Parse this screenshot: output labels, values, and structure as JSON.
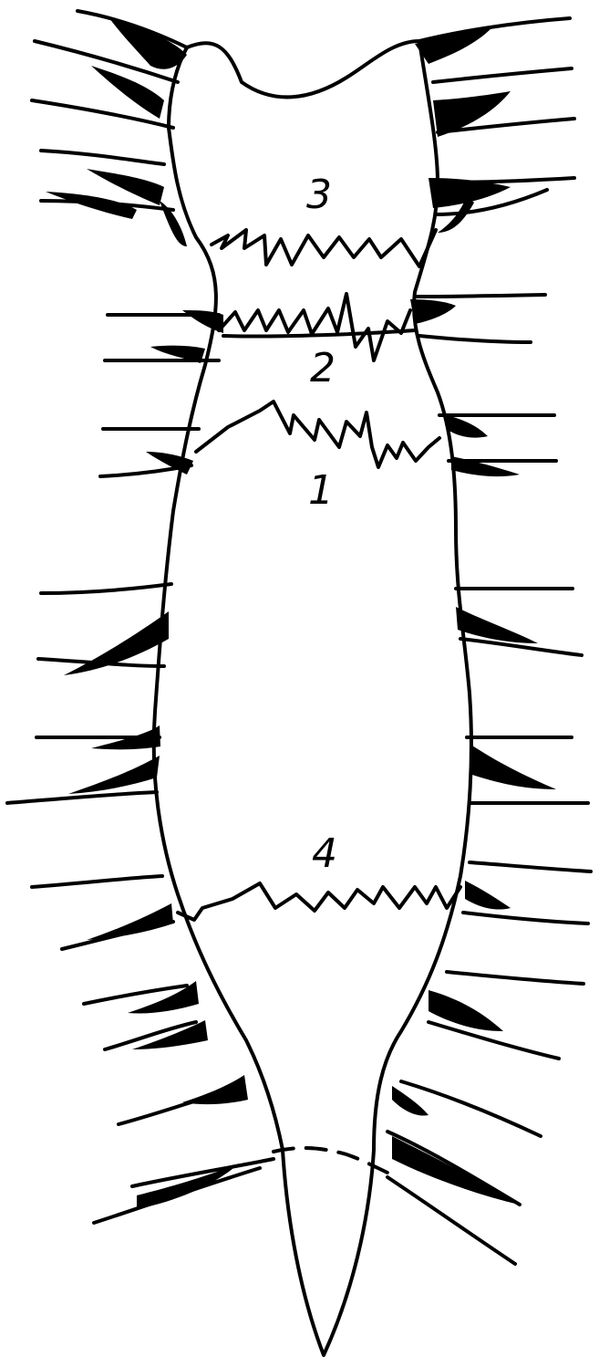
{
  "figure": {
    "colors": {
      "ink": "#000000",
      "paper": "#ffffff"
    }
  },
  "labels": {
    "section_3": "3",
    "section_2": "2",
    "section_1": "1",
    "section_4": "4"
  }
}
